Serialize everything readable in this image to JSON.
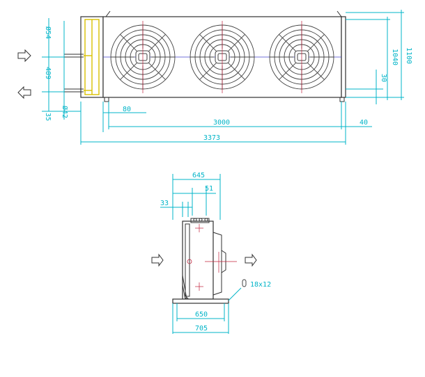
{
  "front_view": {
    "dims": {
      "total_length": "3373",
      "fan_pitch": "3000",
      "header_offset": "80",
      "end_offset": "40",
      "height_total": "1100",
      "height_body": "1040",
      "bottom_gap": "30",
      "inlet_pipe": "Ø54",
      "outlet_pipe": "Ø42",
      "pipe_spacing": "489",
      "pipe_bottom": "35"
    },
    "fan_count": 3
  },
  "side_view": {
    "dims": {
      "depth_top": "645",
      "offset_a": "51",
      "offset_b": "33",
      "base_inner": "650",
      "base_outer": "705",
      "mount_hole": "18x12"
    }
  },
  "colors": {
    "dimension": "#00b4c8",
    "outline": "#303030",
    "centerline": "#c0203a",
    "header": "#d8c000"
  }
}
